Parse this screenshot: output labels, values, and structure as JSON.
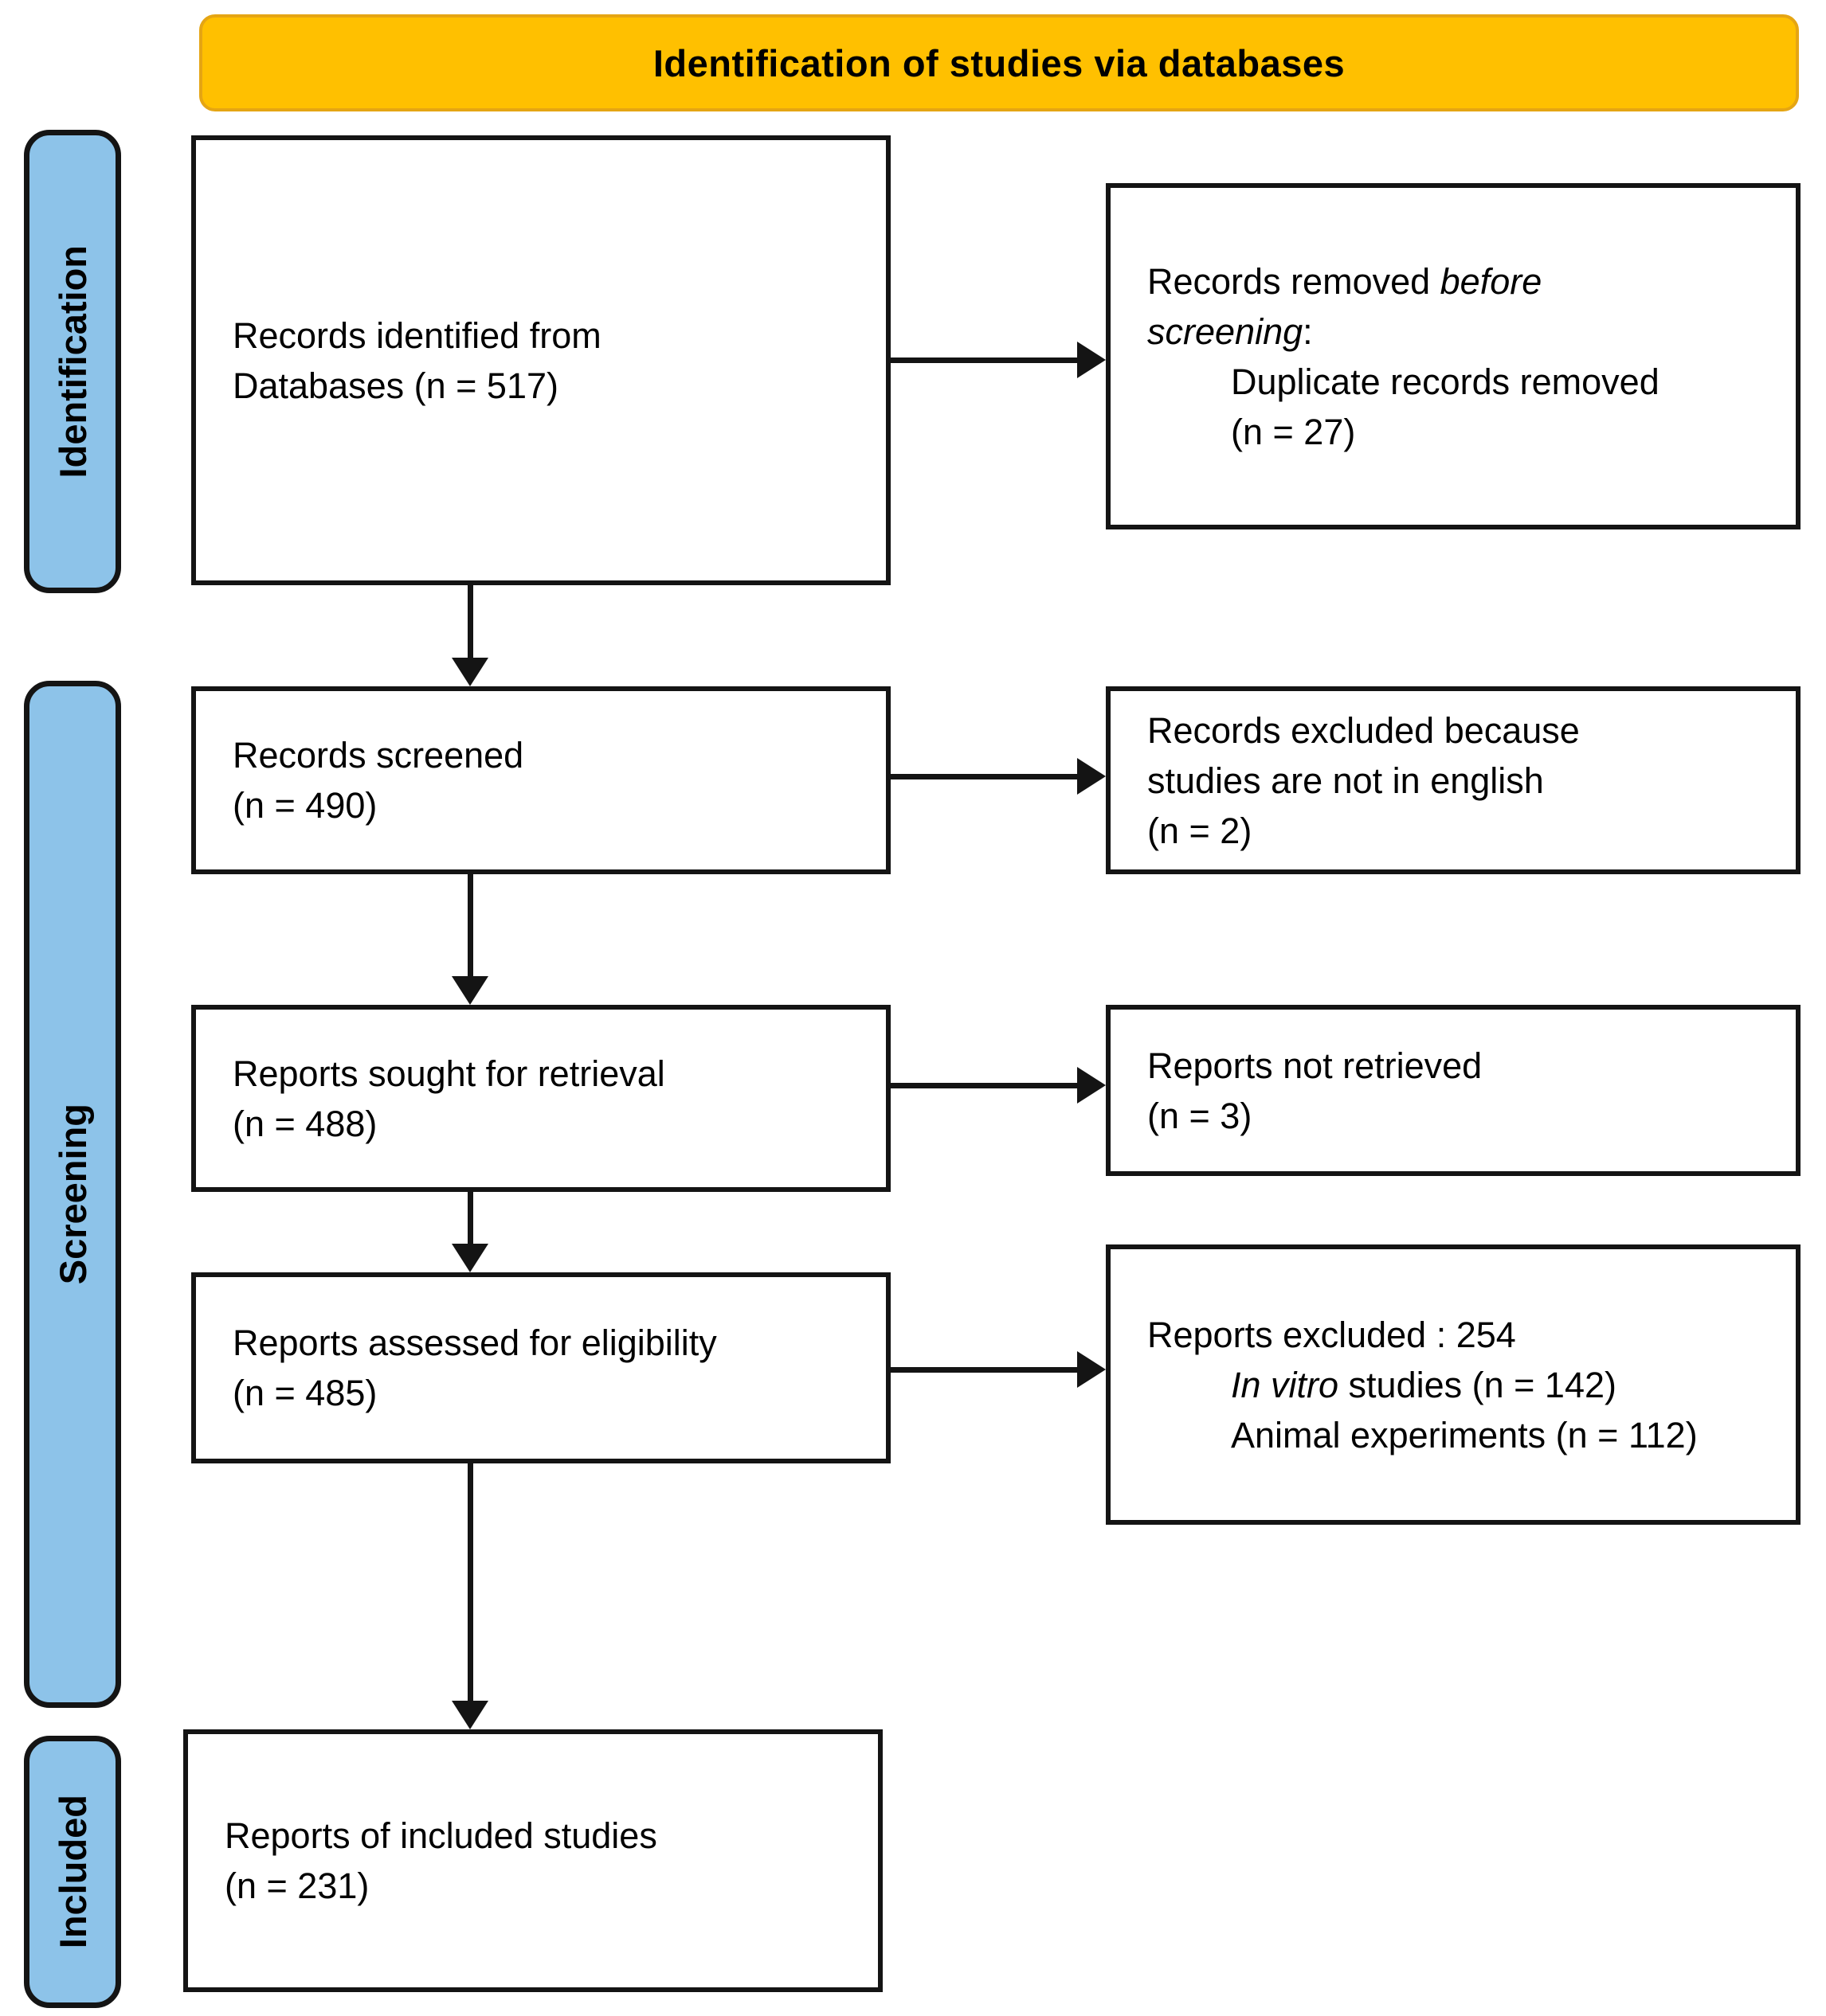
{
  "title_banner": "Identification of studies via databases",
  "stages": {
    "identification": "Identification",
    "screening": "Screening",
    "included": "Included"
  },
  "boxes": {
    "identified": {
      "line1": "Records identified from",
      "line2": "Databases (n = 517)"
    },
    "screened": {
      "line1": "Records screened",
      "line2": "(n = 490)"
    },
    "sought": {
      "line1": "Reports sought for retrieval",
      "line2": "(n = 488)"
    },
    "assessed": {
      "line1": "Reports assessed for eligibility",
      "line2": "(n = 485)"
    },
    "included_reports": {
      "line1": "Reports of included studies",
      "line2": "(n = 231)"
    }
  },
  "side_boxes": {
    "removed_before": {
      "l1_normal": "Records removed ",
      "l1_italic": "before",
      "l2_italic": "screening",
      "l2_suffix": ":",
      "detail_line1": "Duplicate records removed",
      "detail_line2": "(n = 27)"
    },
    "excluded_language": {
      "line1": "Records excluded because",
      "line2": "studies are not in english",
      "line3": "(n = 2)"
    },
    "not_retrieved": {
      "line1": "Reports not retrieved",
      "line2": "(n = 3)"
    },
    "excluded_reports": {
      "heading": "Reports excluded : 254",
      "item1_italic": "In vitro",
      "item1_rest": " studies (n = 142)",
      "item2": "Animal experiments (n = 112)"
    }
  },
  "colors": {
    "banner_bg": "#FFC000",
    "banner_border": "#E5A513",
    "stage_bg": "#8DC3E9",
    "box_border": "#141414",
    "arrow": "#141414"
  }
}
